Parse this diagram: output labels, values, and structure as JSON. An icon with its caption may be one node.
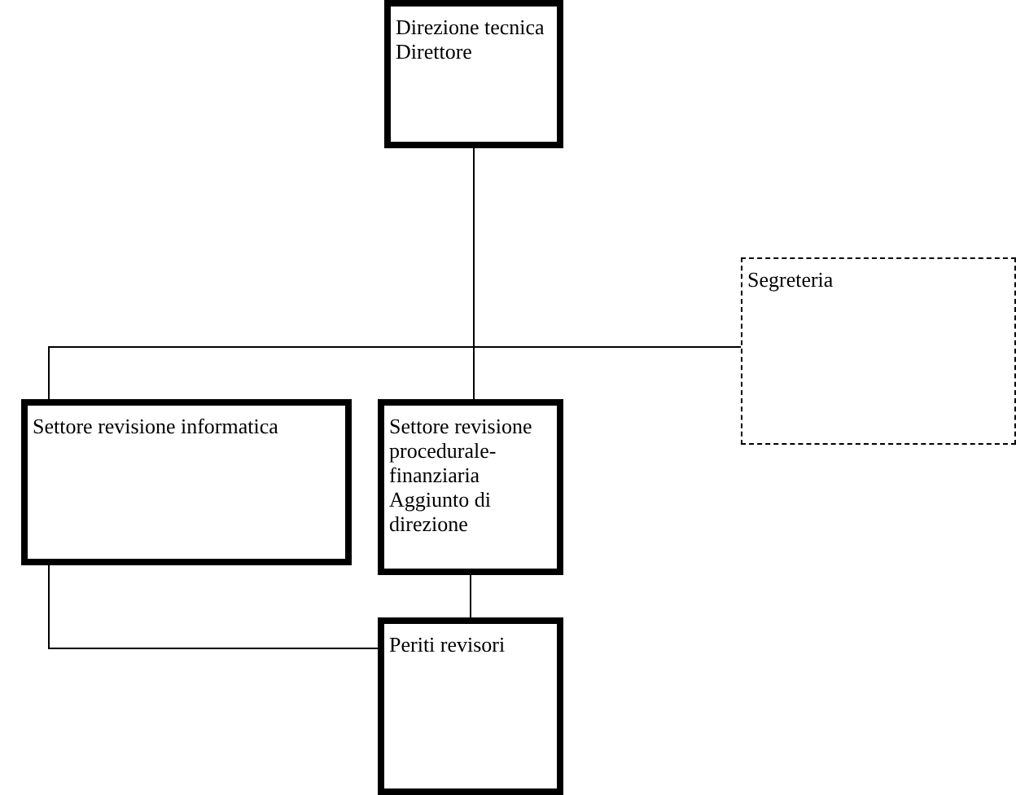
{
  "diagram": {
    "nodes": [
      {
        "text": [
          "Direzione tecnica",
          "Direttore"
        ]
      },
      {
        "text": [
          "Segreteria"
        ]
      },
      {
        "text": [
          "Settore revisione informatica"
        ]
      },
      {
        "text": [
          "Settore revisione procedurale-finanziaria",
          "Aggiunto di direzione"
        ]
      },
      {
        "text": [
          "Periti revisori"
        ]
      }
    ],
    "edges": [
      {
        "from": 0,
        "to": 1,
        "arrow": "none"
      },
      {
        "from": 0,
        "to": 2,
        "arrow": "none"
      },
      {
        "from": 0,
        "to": 3,
        "arrow": "none"
      },
      {
        "from": 3,
        "to": 4,
        "arrow": "none"
      },
      {
        "from": 2,
        "to": 4,
        "arrow": "none"
      }
    ]
  }
}
